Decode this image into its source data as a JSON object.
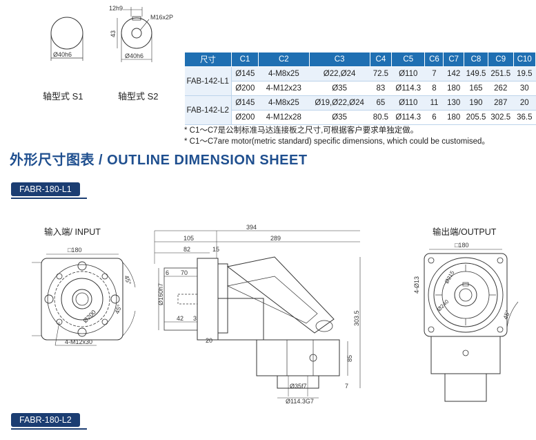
{
  "shafts": {
    "s1": {
      "dia_label": "Ø40h6",
      "caption": "轴型式 S1"
    },
    "s2": {
      "key_label": "12h9",
      "height_label": "43",
      "thread_label": "M16x2P",
      "dia_label": "Ø40h6",
      "caption": "轴型式 S2"
    }
  },
  "table": {
    "headers": [
      "尺寸",
      "C1",
      "C2",
      "C3",
      "C4",
      "C5",
      "C6",
      "C7",
      "C8",
      "C9",
      "C10"
    ],
    "groups": [
      {
        "model": "FAB-142-L1",
        "rows": [
          [
            "Ø145",
            "4-M8x25",
            "Ø22,Ø24",
            "72.5",
            "Ø110",
            "7",
            "142",
            "149.5",
            "251.5",
            "19.5"
          ],
          [
            "Ø200",
            "4-M12x23",
            "Ø35",
            "83",
            "Ø114.3",
            "8",
            "180",
            "165",
            "262",
            "30"
          ]
        ]
      },
      {
        "model": "FAB-142-L2",
        "rows": [
          [
            "Ø145",
            "4-M8x25",
            "Ø19,Ø22,Ø24",
            "65",
            "Ø110",
            "11",
            "130",
            "190",
            "287",
            "20"
          ],
          [
            "Ø200",
            "4-M12x28",
            "Ø35",
            "80.5",
            "Ø114.3",
            "6",
            "180",
            "205.5",
            "302.5",
            "36.5"
          ]
        ]
      }
    ]
  },
  "notes": [
    "* C1～C7是公制标准马达连接板之尺寸,可根据客户要求单独定做。",
    "* C1～C7are motor(metric standard)  specific dimensions, which could be customised。"
  ],
  "section_title": "外形尺寸图表 / OUTLINE DIMENSION SHEET",
  "model_tags": [
    "FABR-180-L1",
    "FABR-180-L2"
  ],
  "input_view": {
    "label": "输入端/ INPUT",
    "square": "□180",
    "angle_top": "45°",
    "angle_bottom": "45°",
    "pcd": "Ø200",
    "bolts": "4-M12x30"
  },
  "side_view": {
    "overall": "394",
    "d105": "105",
    "d289": "289",
    "d82": "82",
    "d15": "15",
    "d6": "6",
    "d70": "70",
    "d42": "42",
    "d3": "3",
    "d20": "20",
    "pilot": "Ø160h7",
    "height": "303.5",
    "d85": "85",
    "d7": "7",
    "shaft": "Ø35f7",
    "flange": "Ø114.3G7"
  },
  "output_view": {
    "label": "输出端/OUTPUT",
    "square": "□180",
    "holes": "4-Ø13",
    "pcd_small": "Ø215",
    "pcd_large": "Ø240",
    "angle": "45°"
  }
}
